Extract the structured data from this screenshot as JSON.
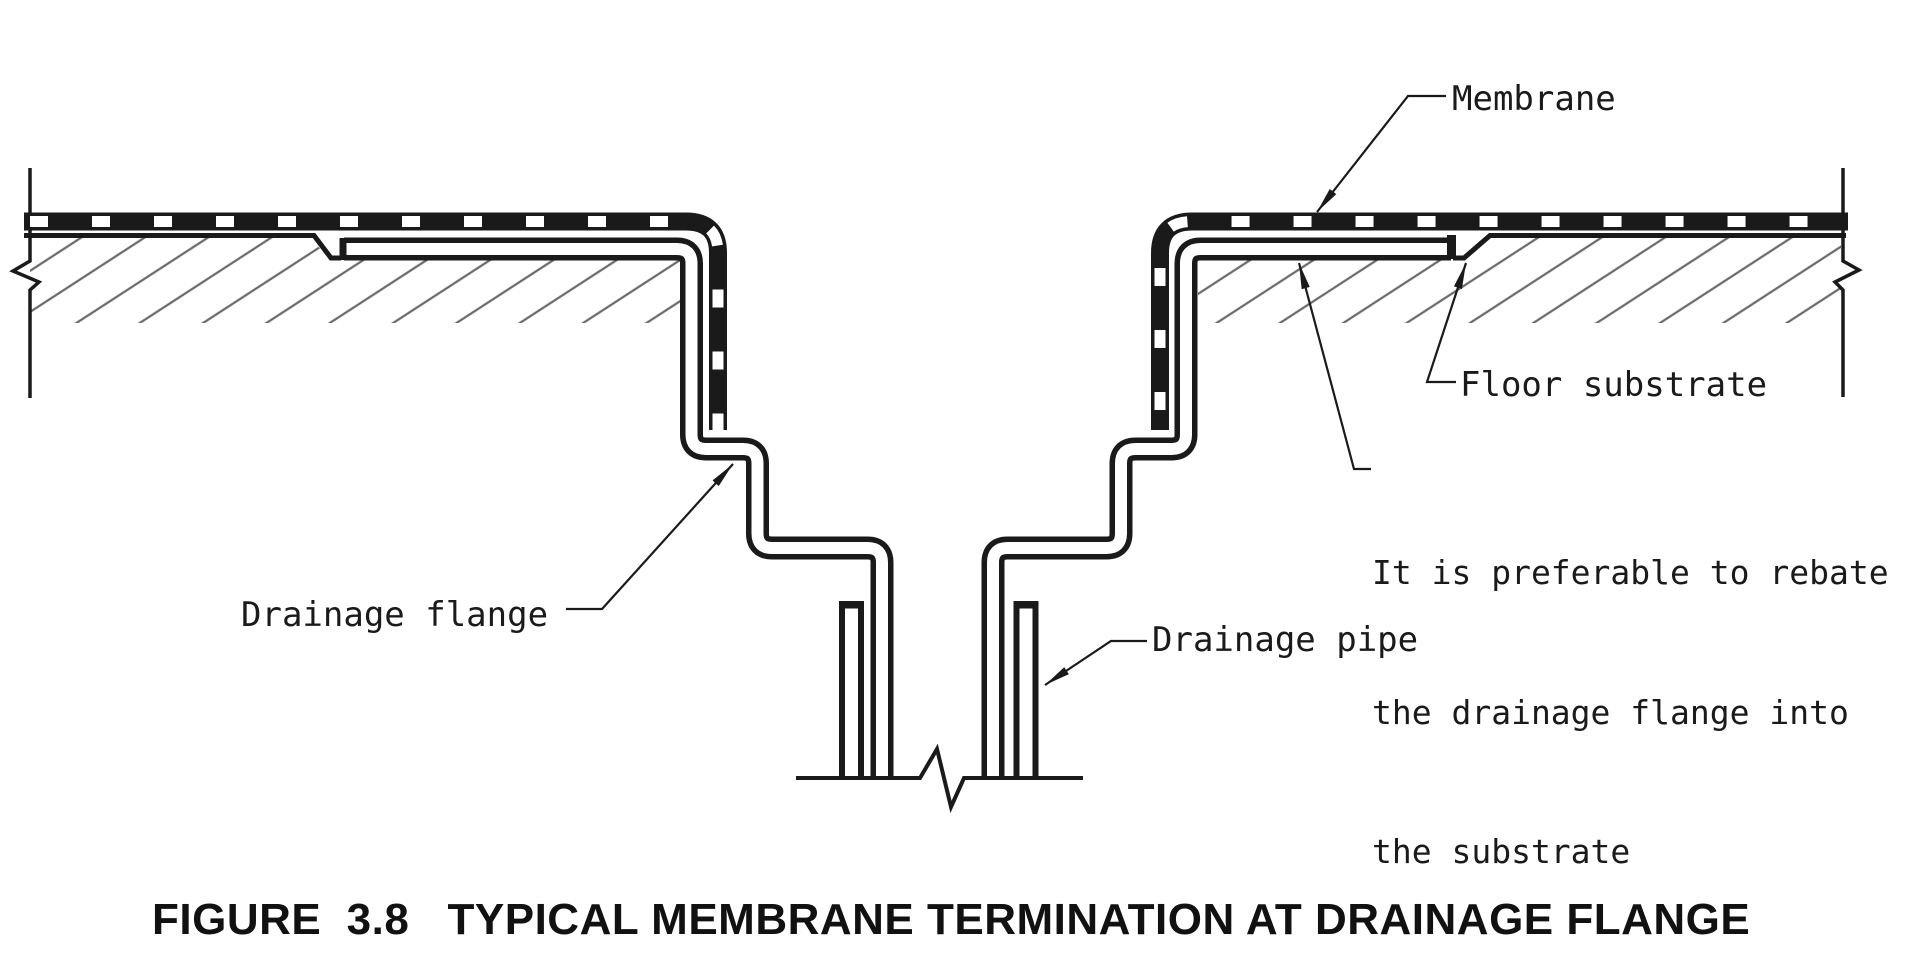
{
  "figure": {
    "number": "3.8",
    "caption": "FIGURE  3.8   TYPICAL MEMBRANE TERMINATION AT DRAINAGE FLANGE",
    "labels": {
      "membrane": "Membrane",
      "floor_substrate": "Floor substrate",
      "drainage_flange": "Drainage flange",
      "drainage_pipe": "Drainage pipe",
      "note_lines": [
        "It is preferable to rebate",
        "the drainage flange into",
        "the substrate"
      ]
    },
    "colors": {
      "ink": "#1a1a1a",
      "hatch": "#6b6b6b",
      "background": "#ffffff"
    }
  }
}
